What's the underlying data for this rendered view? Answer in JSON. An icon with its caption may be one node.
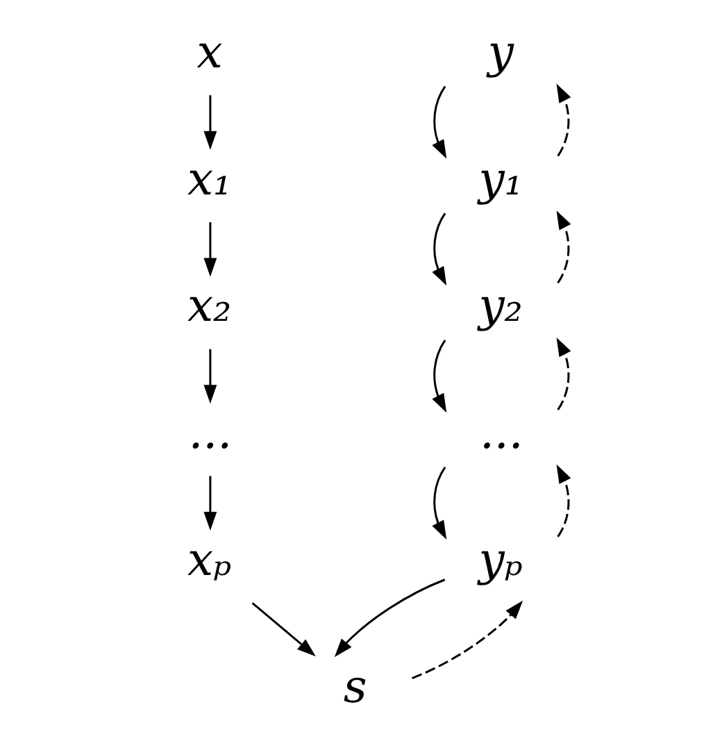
{
  "diagram": {
    "nodes": [
      {
        "text": [
          "x"
        ]
      },
      {
        "text": [
          "x₁"
        ]
      },
      {
        "text": [
          "x₂"
        ]
      },
      {
        "text": [
          "..."
        ]
      },
      {
        "text": [
          "xₚ"
        ]
      },
      {
        "text": [
          "s"
        ]
      },
      {
        "text": [
          "y"
        ]
      },
      {
        "text": [
          "y₁"
        ]
      },
      {
        "text": [
          "y₂"
        ]
      },
      {
        "text": [
          "..."
        ]
      },
      {
        "text": [
          "yₚ"
        ]
      }
    ],
    "edges": [
      {
        "from": 0,
        "to": 1,
        "arrow": "to"
      },
      {
        "from": 1,
        "to": 2,
        "arrow": "to"
      },
      {
        "from": 2,
        "to": 3,
        "arrow": "to"
      },
      {
        "from": 3,
        "to": 4,
        "arrow": "to"
      },
      {
        "from": 4,
        "to": 5,
        "arrow": "to"
      },
      {
        "from": 6,
        "to": 7,
        "arrow": "to"
      },
      {
        "from": 7,
        "to": 8,
        "arrow": "to"
      },
      {
        "from": 8,
        "to": 9,
        "arrow": "to"
      },
      {
        "from": 9,
        "to": 10,
        "arrow": "to"
      },
      {
        "from": 10,
        "to": 5,
        "arrow": "to"
      },
      {
        "from": 5,
        "to": 10,
        "arrow": "to",
        "style": "dashed"
      },
      {
        "from": 10,
        "to": 9,
        "arrow": "to",
        "style": "dashed"
      },
      {
        "from": 9,
        "to": 8,
        "arrow": "to",
        "style": "dashed"
      },
      {
        "from": 8,
        "to": 7,
        "arrow": "to",
        "style": "dashed"
      },
      {
        "from": 7,
        "to": 6,
        "arrow": "to",
        "style": "dashed"
      }
    ]
  }
}
